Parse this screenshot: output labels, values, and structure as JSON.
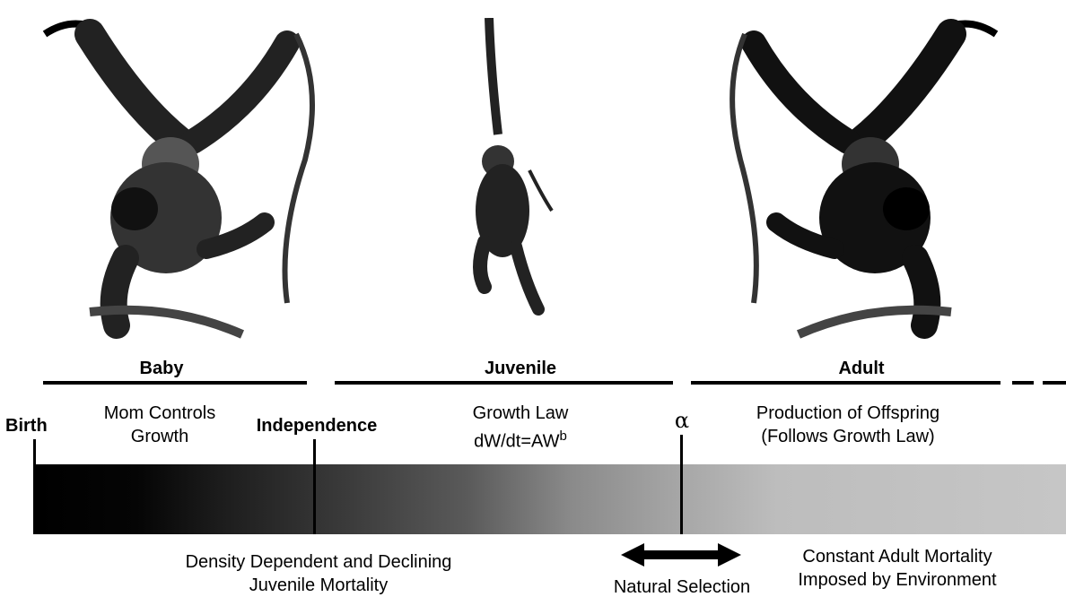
{
  "illustrations": {
    "left": "adult orangutan hanging from branch holding baby",
    "center": "juvenile orangutan hanging from vine",
    "right": "adult orangutan hanging from branch holding baby"
  },
  "stages": {
    "baby": "Baby",
    "juvenile": "Juvenile",
    "adult": "Adult"
  },
  "markers": {
    "birth": "Birth",
    "independence": "Independence",
    "alpha": "α"
  },
  "descriptions": {
    "mom_controls_1": "Mom Controls",
    "mom_controls_2": "Growth",
    "growth_law_1": "Growth Law",
    "growth_law_2": "dW/dt=AW",
    "growth_law_exp": "b",
    "production_1": "Production of Offspring",
    "production_2": "(Follows Growth Law)"
  },
  "bottom": {
    "density_1": "Density Dependent and Declining",
    "density_2": "Juvenile Mortality",
    "natural_selection": "Natural Selection",
    "constant_1": "Constant Adult Mortality",
    "constant_2": "Imposed by Environment"
  },
  "colors": {
    "ink": "#000000",
    "bar_start": "#000000",
    "bar_end": "#c6c6c6"
  }
}
